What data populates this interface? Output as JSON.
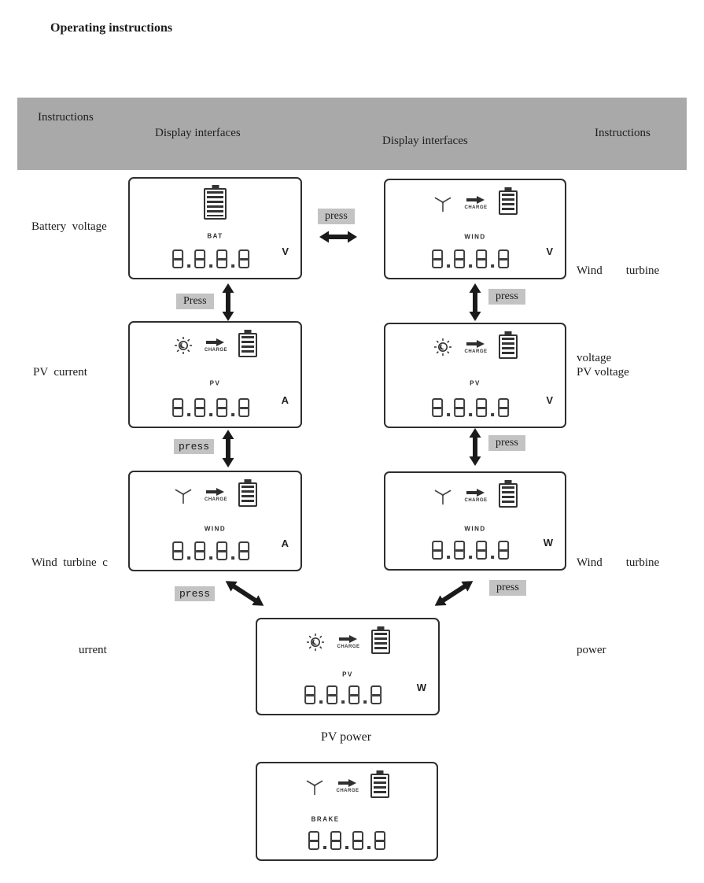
{
  "title": "Operating instructions",
  "colors": {
    "header_bg": "#a9a9a9",
    "press_bg": "#c3c3c3",
    "ink": "#1c1c1c"
  },
  "header": {
    "col1": "Instructions",
    "col2": "Display interfaces",
    "col3": "Display interfaces",
    "col4": "Instructions"
  },
  "side_labels": {
    "battery_voltage": "Battery  voltage",
    "wind_turbine_voltage_line1": "Wind        turbine",
    "wind_turbine_voltage_line2": "voltage",
    "pv_current": "PV  current",
    "pv_voltage": "PV voltage",
    "wind_turbine_current_line1": "Wind  turbine  c",
    "wind_turbine_current_line2": "urrent",
    "wind_turbine_power_line1": "Wind        turbine",
    "wind_turbine_power_line2": "power",
    "pv_power": "PV power"
  },
  "press_labels": {
    "top_center": "press",
    "left_row1": "Press",
    "right_row1": "press",
    "left_row2": "press",
    "right_row2": "press",
    "left_row3": "press",
    "right_row3": "press"
  },
  "panels": {
    "battery_voltage": {
      "label": "BAT",
      "digits": "8.8.8.8",
      "unit": "V"
    },
    "wind_voltage": {
      "charge": "CHARGE",
      "label": "WIND",
      "digits": "8.8.8.8",
      "unit": "V"
    },
    "pv_current": {
      "charge": "CHARGE",
      "label": "PV",
      "digits": "8.8.8.8",
      "unit": "A"
    },
    "pv_voltage": {
      "charge": "CHARGE",
      "label": "PV",
      "digits": "8.8.8.8",
      "unit": "V"
    },
    "wind_current": {
      "charge": "CHARGE",
      "label": "WIND",
      "digits": "8.8.8.8",
      "unit": "A"
    },
    "wind_power": {
      "charge": "CHARGE",
      "label": "WIND",
      "digits": "8.8.8.8",
      "unit": "W"
    },
    "pv_power": {
      "charge": "CHARGE",
      "label": "PV",
      "digits": "8.8.8.8",
      "unit": "W"
    },
    "brake": {
      "charge": "CHARGE",
      "label": "BRAKE",
      "digits": "8.8.8.8",
      "unit": ""
    }
  }
}
